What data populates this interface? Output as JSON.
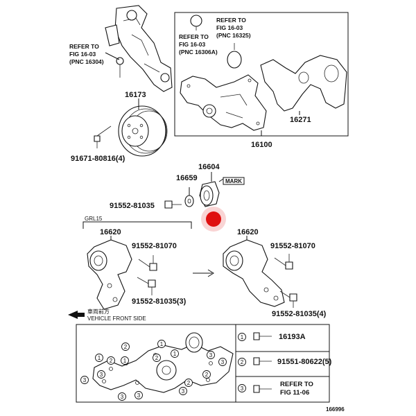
{
  "refs": {
    "r16304": [
      "REFER TO",
      "FIG 16-03",
      "(PNC 16304)"
    ],
    "r16306a": [
      "REFER TO",
      "FIG 16-03",
      "(PNC 16306A)"
    ],
    "r16325": [
      "REFER TO",
      "FIG 16-03",
      "(PNC 16325)"
    ],
    "fig1106": [
      "REFER TO",
      "FIG 11-06"
    ]
  },
  "parts": {
    "p16173": "16173",
    "p16271": "16271",
    "p16100": "16100",
    "p91671": "91671-80816(4)",
    "p16604": "16604",
    "p16659": "16659",
    "mark": "MARK",
    "p91552_81035": "91552-81035",
    "grl15": "GRL15",
    "p16620a": "16620",
    "p16620b": "16620",
    "p91552_81070a": "91552-81070",
    "p91552_81035_3": "91552-81035(3)",
    "p91552_81070b": "91552-81070",
    "p91552_81035_4": "91552-81035(4)",
    "p16193a": "16193A",
    "p91551": "91551-80622(5)"
  },
  "legend": {
    "jp": "車両前方",
    "en": "VEHICLE FRONT SIDE"
  },
  "callouts": [
    "1",
    "2",
    "3"
  ],
  "diagram_id": "166996"
}
